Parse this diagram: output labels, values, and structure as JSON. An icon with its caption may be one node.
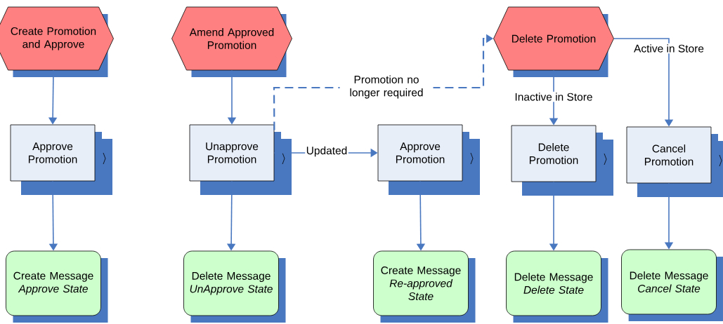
{
  "diagram": {
    "nodes": [
      {
        "text": [
          "Create Promotion and Approve"
        ]
      },
      {
        "text": [
          "Amend Approved Promotion"
        ]
      },
      {
        "text": [
          "Delete Promotion"
        ]
      },
      {
        "text": [
          "Approve Promotion"
        ]
      },
      {
        "text": [
          "Unapprove Promotion"
        ]
      },
      {
        "text": [
          "Approve Promotion"
        ]
      },
      {
        "text": [
          "Delete Promotion"
        ]
      },
      {
        "text": [
          "Cancel Promotion"
        ]
      },
      {
        "text": [
          "Create Message",
          "Approve State"
        ]
      },
      {
        "text": [
          "Delete Message",
          "UnApprove State"
        ]
      },
      {
        "text": [
          "Create Message",
          "Re-approved State"
        ]
      },
      {
        "text": [
          "Delete Message",
          "Delete State"
        ]
      },
      {
        "text": [
          "Delete Message",
          "Cancel State"
        ]
      }
    ],
    "edges": [
      {
        "from": 0,
        "to": 3,
        "arrow": "to"
      },
      {
        "from": 3,
        "to": 8,
        "arrow": "to"
      },
      {
        "from": 1,
        "to": 4,
        "arrow": "to"
      },
      {
        "from": 4,
        "to": 9,
        "arrow": "to"
      },
      {
        "from": 4,
        "to": 5,
        "arrow": "to",
        "label": "Updated"
      },
      {
        "from": 4,
        "to": 2,
        "arrow": "to",
        "label": "Promotion no longer required",
        "style": "dashed"
      },
      {
        "from": 2,
        "to": 6,
        "arrow": "to",
        "label": "Inactive in Store"
      },
      {
        "from": 2,
        "to": 7,
        "arrow": "to",
        "label": "Active in Store"
      },
      {
        "from": 5,
        "to": 10,
        "arrow": "to"
      },
      {
        "from": 6,
        "to": 11,
        "arrow": "to"
      },
      {
        "from": 7,
        "to": 12,
        "arrow": "to"
      }
    ]
  }
}
